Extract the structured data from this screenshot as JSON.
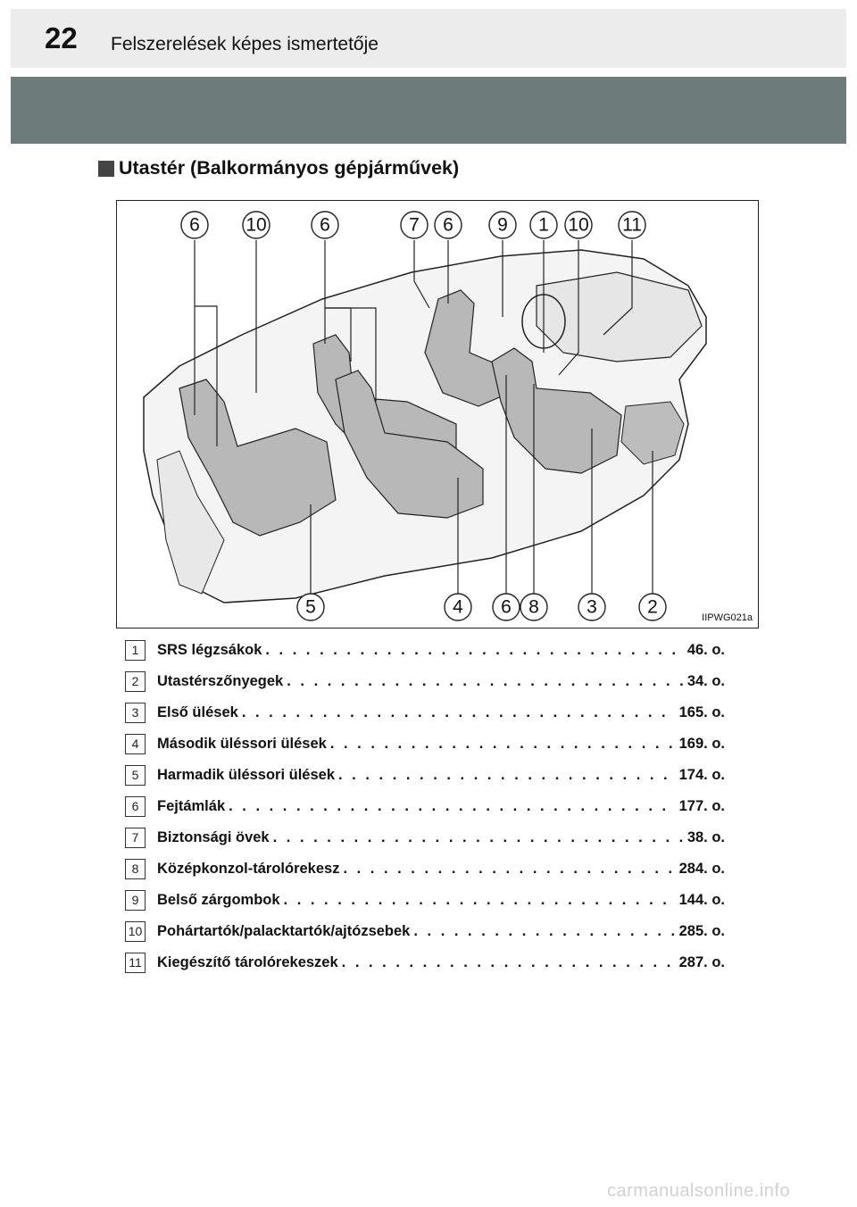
{
  "header": {
    "page_number": "22",
    "chapter_title": "Felszerelések képes ismertetője"
  },
  "section": {
    "title": "Utastér (Balkormányos gépjárművek)"
  },
  "figure": {
    "code": "IIPWG021a",
    "top_callouts": [
      "6",
      "10",
      "6",
      "7",
      "6",
      "9",
      "1",
      "10",
      "11"
    ],
    "bottom_callouts": [
      "5",
      "4",
      "6",
      "8",
      "3",
      "2"
    ]
  },
  "legend": [
    {
      "num": "1",
      "label": "SRS légzsákok",
      "page": "46. o."
    },
    {
      "num": "2",
      "label": "Utastérszőnyegek",
      "page": "34. o."
    },
    {
      "num": "3",
      "label": "Első ülések",
      "page": "165. o."
    },
    {
      "num": "4",
      "label": "Második üléssori ülések",
      "page": "169. o."
    },
    {
      "num": "5",
      "label": "Harmadik üléssori ülések",
      "page": "174. o."
    },
    {
      "num": "6",
      "label": "Fejtámlák",
      "page": "177. o."
    },
    {
      "num": "7",
      "label": "Biztonsági övek",
      "page": "38. o."
    },
    {
      "num": "8",
      "label": "Középkonzol-tárolórekesz",
      "page": "284. o."
    },
    {
      "num": "9",
      "label": "Belső zárgombok",
      "page": "144. o."
    },
    {
      "num": "10",
      "label": "Pohártartók/palacktartók/ajtózsebek",
      "page": "285. o."
    },
    {
      "num": "11",
      "label": "Kiegészítő tárolórekeszek",
      "page": "287. o."
    }
  ],
  "watermark": "carmanualsonline.info",
  "colors": {
    "band": "#6e7b7b",
    "header_bg": "#ececec",
    "seat_gray": "#b8b8b8"
  }
}
